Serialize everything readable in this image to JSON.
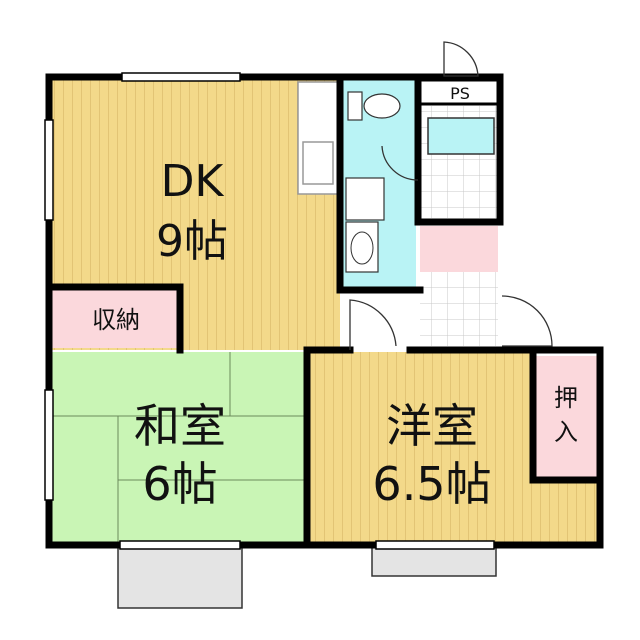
{
  "floorplan": {
    "rooms": {
      "dk": {
        "name": "DK",
        "size": "9帖"
      },
      "washitsu": {
        "name": "和室",
        "size": "6帖"
      },
      "youshitsu": {
        "name": "洋室",
        "size": "6.5帖"
      }
    },
    "labels": {
      "storage": "収納",
      "oshiire_1": "押",
      "oshiire_2": "入",
      "ps": "PS"
    },
    "colors": {
      "wood_floor": "#f3d98a",
      "wood_stripe": "#d9b96a",
      "tatami": "#c9f5b5",
      "bathroom": "#b9f3f5",
      "storage": "#fbd8dc",
      "balcony": "#e4e4e4",
      "wall": "#000000",
      "white_floor": "#ffffff"
    }
  }
}
